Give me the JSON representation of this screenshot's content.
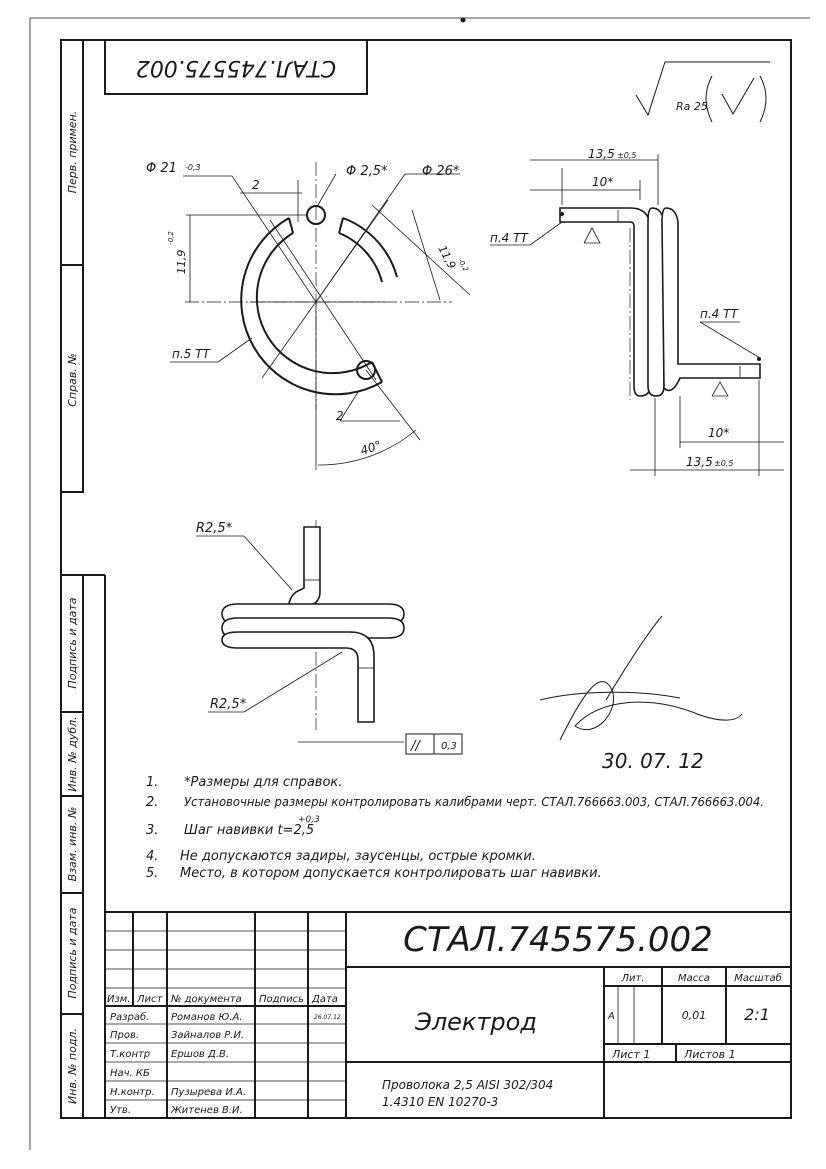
{
  "drawing_number": "СТАЛ.745575.002",
  "drawing_number_mirrored": "СТАЛ.745575.002",
  "part_name": "Электрод",
  "material_line1": "Проволока 2,5 AISI 302/304",
  "material_line2": "1.4310 EN 10270-3",
  "roughness": "Ra 25",
  "left_margin": {
    "perv_primen": "Перв. примен.",
    "sprav_no": "Справ. №",
    "podpis_data_1": "Подпись и дата",
    "inv_dubl": "Инв. № дубл.",
    "vzam_inv": "Взам. инв. №",
    "podpis_data_2": "Подпись и дата",
    "inv_podl": "Инв. № подл."
  },
  "dimensions": {
    "d21": "Φ 21",
    "d21_tol": "-0,3",
    "d25": "Φ 2,5*",
    "d26": "Φ 26*",
    "gap2_top": "2",
    "gap2_bottom": "2",
    "h119_left": "11,9",
    "h119_left_tol": "-0,2",
    "h119_right": "11,9",
    "h119_right_tol": "-0,2",
    "angle40": "40°",
    "p5": "п.5 ТТ",
    "len135_top": "13,5",
    "len135_top_tol": "±0,5",
    "len10_top": "10*",
    "p4_top": "п.4 ТТ",
    "p4_right": "п.4 ТТ",
    "len10_bottom": "10*",
    "len135_bottom": "13,5",
    "len135_bottom_tol": "±0,5",
    "r25_top": "R2,5*",
    "r25_bottom": "R2,5*",
    "parallel_tol": "0,3",
    "parallel_symbol": "//"
  },
  "notes": [
    {
      "num": "1.",
      "text": "*Размеры для справок."
    },
    {
      "num": "2.",
      "text": "Установочные размеры контролировать калибрами черт. СТАЛ.766663.003, СТАЛ.766663.004."
    },
    {
      "num": "3.",
      "text": "Шаг навивки t=2,5",
      "sup": "+0,3"
    },
    {
      "num": "4.",
      "text": "Не допускаются задиры, заусенцы, острые кромки."
    },
    {
      "num": "5.",
      "text": "Место, в котором допускается контролировать шаг навивки."
    }
  ],
  "signature_date": "30. 07. 12",
  "title_block": {
    "col_izm": "Изм.",
    "col_list": "Лист",
    "col_doc": "№ документа",
    "col_podpis": "Подпись",
    "col_data": "Дата",
    "roles": [
      {
        "role": "Разраб.",
        "name": "Романов Ю.А.",
        "date": "26.07.12"
      },
      {
        "role": "Пров.",
        "name": "Зайналов Р.И.",
        "date": ""
      },
      {
        "role": "Т.контр",
        "name": "Ершов Д.В.",
        "date": ""
      },
      {
        "role": "Нач. КБ",
        "name": "",
        "date": ""
      },
      {
        "role": "Н.контр.",
        "name": "Пузырева И.А.",
        "date": ""
      },
      {
        "role": "Утв.",
        "name": "Житенев В.И.",
        "date": ""
      }
    ],
    "lit_label": "Лит.",
    "massa_label": "Масса",
    "masshtab_label": "Масштаб",
    "lit_value": "А",
    "massa_value": "0,01",
    "masshtab_value": "2:1",
    "list_label": "Лист 1",
    "listov_label": "Листов 1"
  }
}
